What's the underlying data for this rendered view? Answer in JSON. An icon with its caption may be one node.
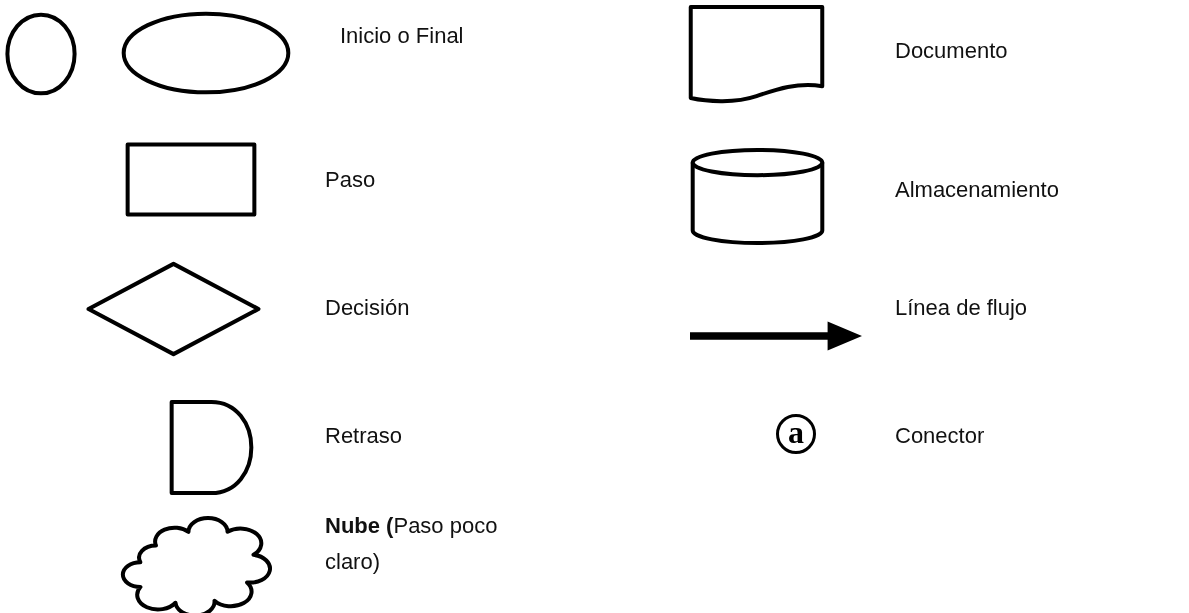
{
  "diagram": {
    "nodes": [
      {
        "text": [],
        "shape": "circle"
      },
      {
        "text": [],
        "shape": "ellipse",
        "beside": [
          "Inicio o Final"
        ]
      },
      {
        "text": [],
        "shape": "document",
        "beside": [
          "Documento"
        ]
      },
      {
        "text": [],
        "shape": "box",
        "beside": [
          "Paso"
        ]
      },
      {
        "text": [],
        "shape": "cylinder",
        "beside": [
          "Almacenamiento"
        ]
      },
      {
        "text": [],
        "shape": "diamond",
        "beside": [
          "Decisión"
        ]
      },
      {
        "text": [],
        "shape": "arrow",
        "beside": [
          "Línea de flujo"
        ]
      },
      {
        "text": [],
        "shape": "delay",
        "beside": [
          "Retraso"
        ]
      },
      {
        "text": [
          "a"
        ],
        "beside": [
          "Conector"
        ]
      },
      {
        "text": [],
        "shape": "cloud",
        "beside": [
          "**Nube (**Paso poco claro)"
        ]
      }
    ]
  }
}
